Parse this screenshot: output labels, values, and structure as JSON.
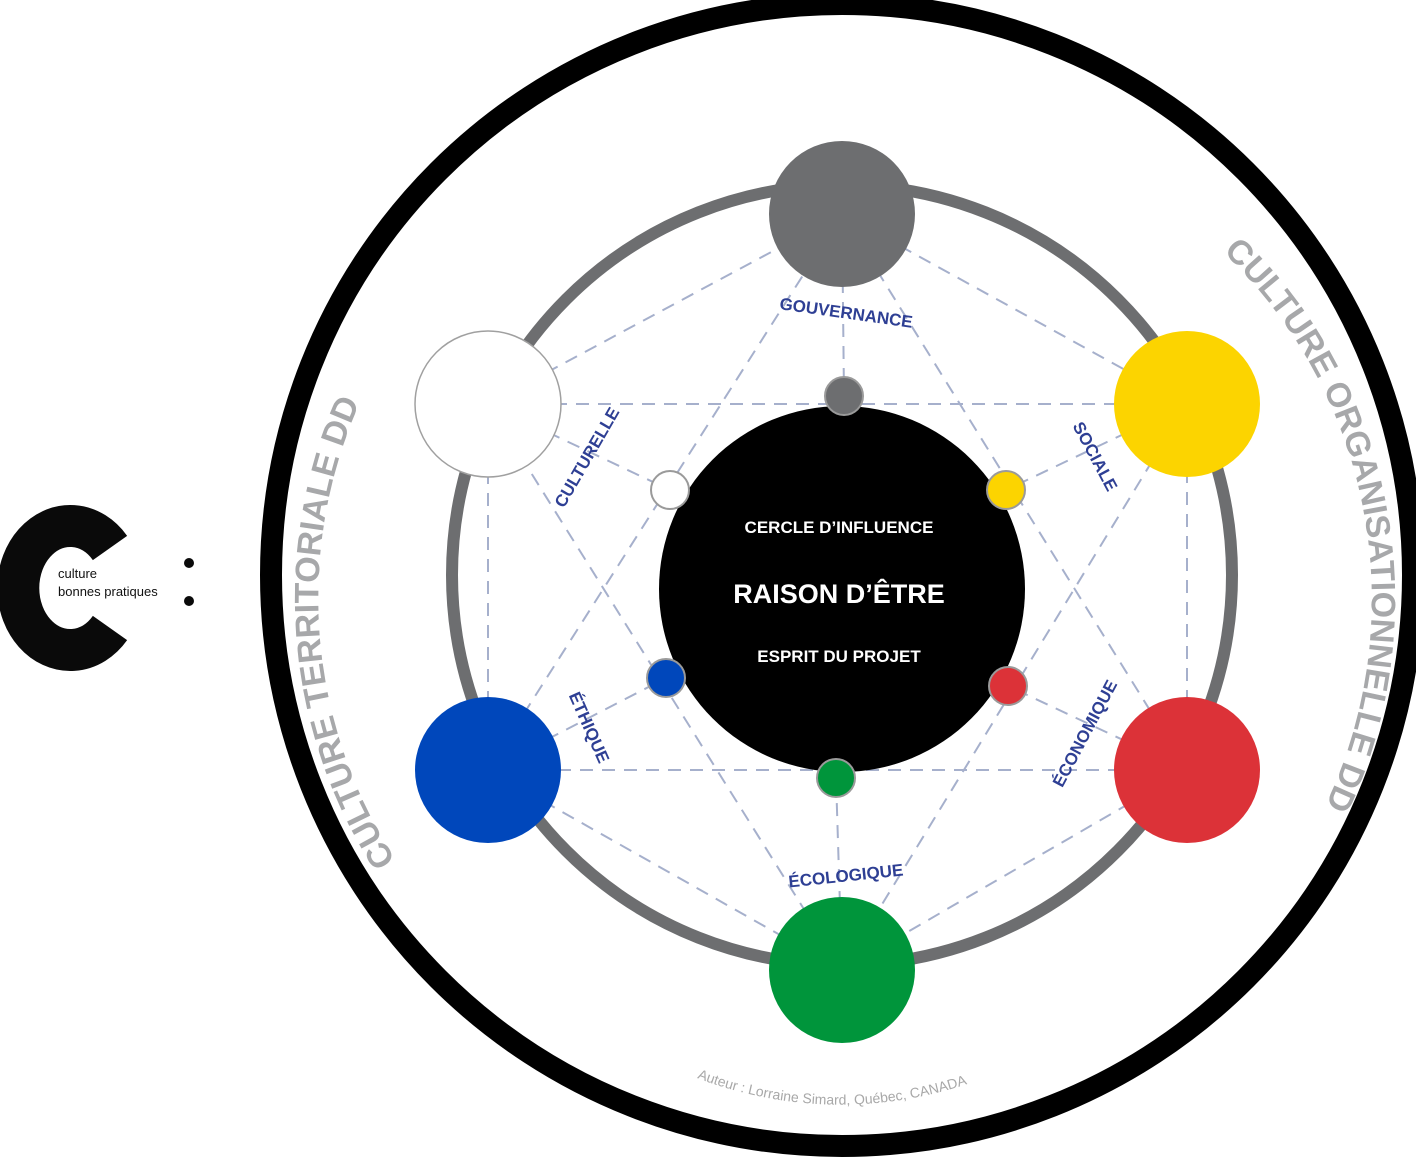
{
  "logo": {
    "letter": "C",
    "line1": "culture",
    "line2": "bonnes pratiques",
    "colon": ":"
  },
  "outer_labels": {
    "left": "CULTURE TERRITORIALE DD",
    "right": "CULTURE ORGANISATIONNELLE DD"
  },
  "center": {
    "top": "CERCLE D’INFLUENCE",
    "title": "RAISON D’ÊTRE",
    "bottom": "ESPRIT DU PROJET"
  },
  "dimensions": [
    {
      "key": "gouvernance",
      "label": "GOUVERNANCE",
      "color": "#6d6e70"
    },
    {
      "key": "sociale",
      "label": "SOCIALE",
      "color": "#fcd400"
    },
    {
      "key": "economique",
      "label": "ÉCONOMIQUE",
      "color": "#dc3238"
    },
    {
      "key": "ecologique",
      "label": "ÉCOLOGIQUE",
      "color": "#00953b"
    },
    {
      "key": "ethique",
      "label": "ÉTHIQUE",
      "color": "#0047bb"
    },
    {
      "key": "culturelle",
      "label": "CULTURELLE",
      "color": "#ffffff"
    }
  ],
  "author": "Auteur : Lorraine Simard, Québec, CANADA",
  "colors": {
    "label_blue": "#2e3f94",
    "ring_gray": "#6d6e70",
    "outer_text_gray": "#a7a8aa",
    "dash": "#a6b0cc"
  }
}
